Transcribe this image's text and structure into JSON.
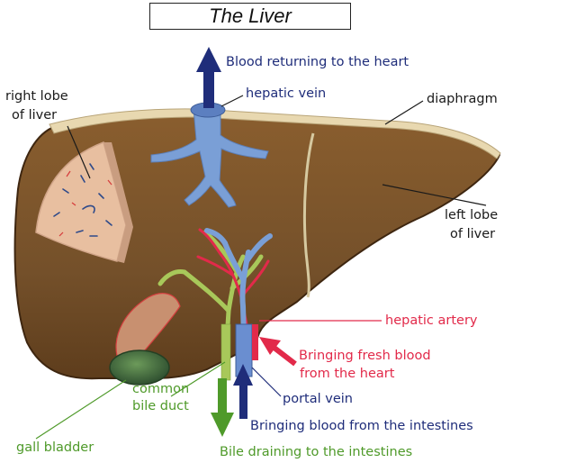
{
  "title": "The Liver",
  "labels": {
    "blood_returning": "Blood returning to the heart",
    "hepatic_vein": "hepatic vein",
    "right_lobe_1": "right lobe",
    "right_lobe_2": "of liver",
    "diaphragm": "diaphragm",
    "left_lobe_1": "left lobe",
    "left_lobe_2": "of liver",
    "hepatic_artery": "hepatic artery",
    "fresh_blood_1": "Bringing fresh blood",
    "fresh_blood_2": "from the heart",
    "common_bile_1": "common",
    "common_bile_2": "bile duct",
    "portal_vein": "portal vein",
    "intestine_blood": "Bringing blood from the intestines",
    "gall_bladder": "gall bladder",
    "bile_draining": "Bile draining to the intestines"
  },
  "colors": {
    "liver": "#7a5228",
    "liver_dark": "#553617",
    "diaphragm": "#e8d8b0",
    "vein_blue": "#7a9fd6",
    "artery_red": "#e22a4a",
    "bile_green": "#8ab84a",
    "navy_arrow": "#1f2d7a",
    "gall_green": "#3f6a3a"
  }
}
